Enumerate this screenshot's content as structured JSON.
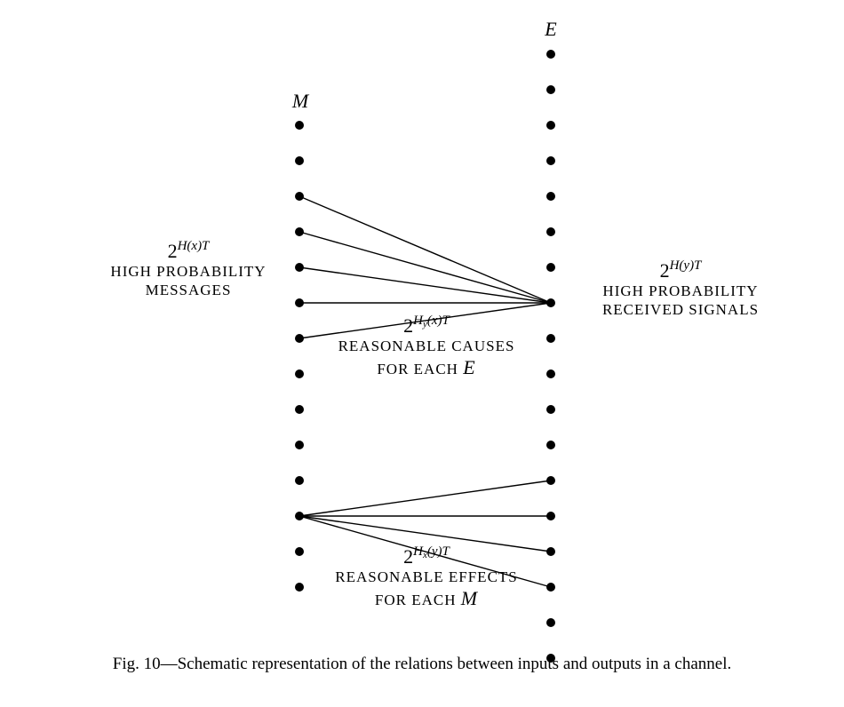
{
  "labels": {
    "column_m": "M",
    "column_e": "E"
  },
  "messages": {
    "count_base": "2",
    "count_exponent": "H(x)T",
    "line1": "HIGH PROBABILITY",
    "line2": "MESSAGES"
  },
  "signals": {
    "count_base": "2",
    "count_exponent": "H(y)T",
    "line1": "HIGH PROBABILITY",
    "line2": "RECEIVED SIGNALS"
  },
  "causes": {
    "count_base": "2",
    "exp_H": "H",
    "exp_sub": "y",
    "exp_rest": "(x)T",
    "line1": "REASONABLE CAUSES",
    "line2_prefix": "FOR EACH ",
    "line2_var": "E"
  },
  "effects": {
    "count_base": "2",
    "exp_H": "H",
    "exp_sub": "x",
    "exp_rest": "(y)T",
    "line1": "REASONABLE EFFECTS",
    "line2_prefix": "FOR EACH ",
    "line2_var": "M"
  },
  "caption": "Fig. 10—Schematic representation of the relations between inputs and outputs in a channel.",
  "structure": {
    "m_dot_count": 14,
    "e_dot_count": 18,
    "causes_fan": {
      "e_index": 7,
      "m_indices": [
        2,
        3,
        4,
        5,
        6
      ]
    },
    "effects_fan": {
      "m_index": 11,
      "e_indices": [
        12,
        13,
        14,
        15
      ]
    }
  }
}
